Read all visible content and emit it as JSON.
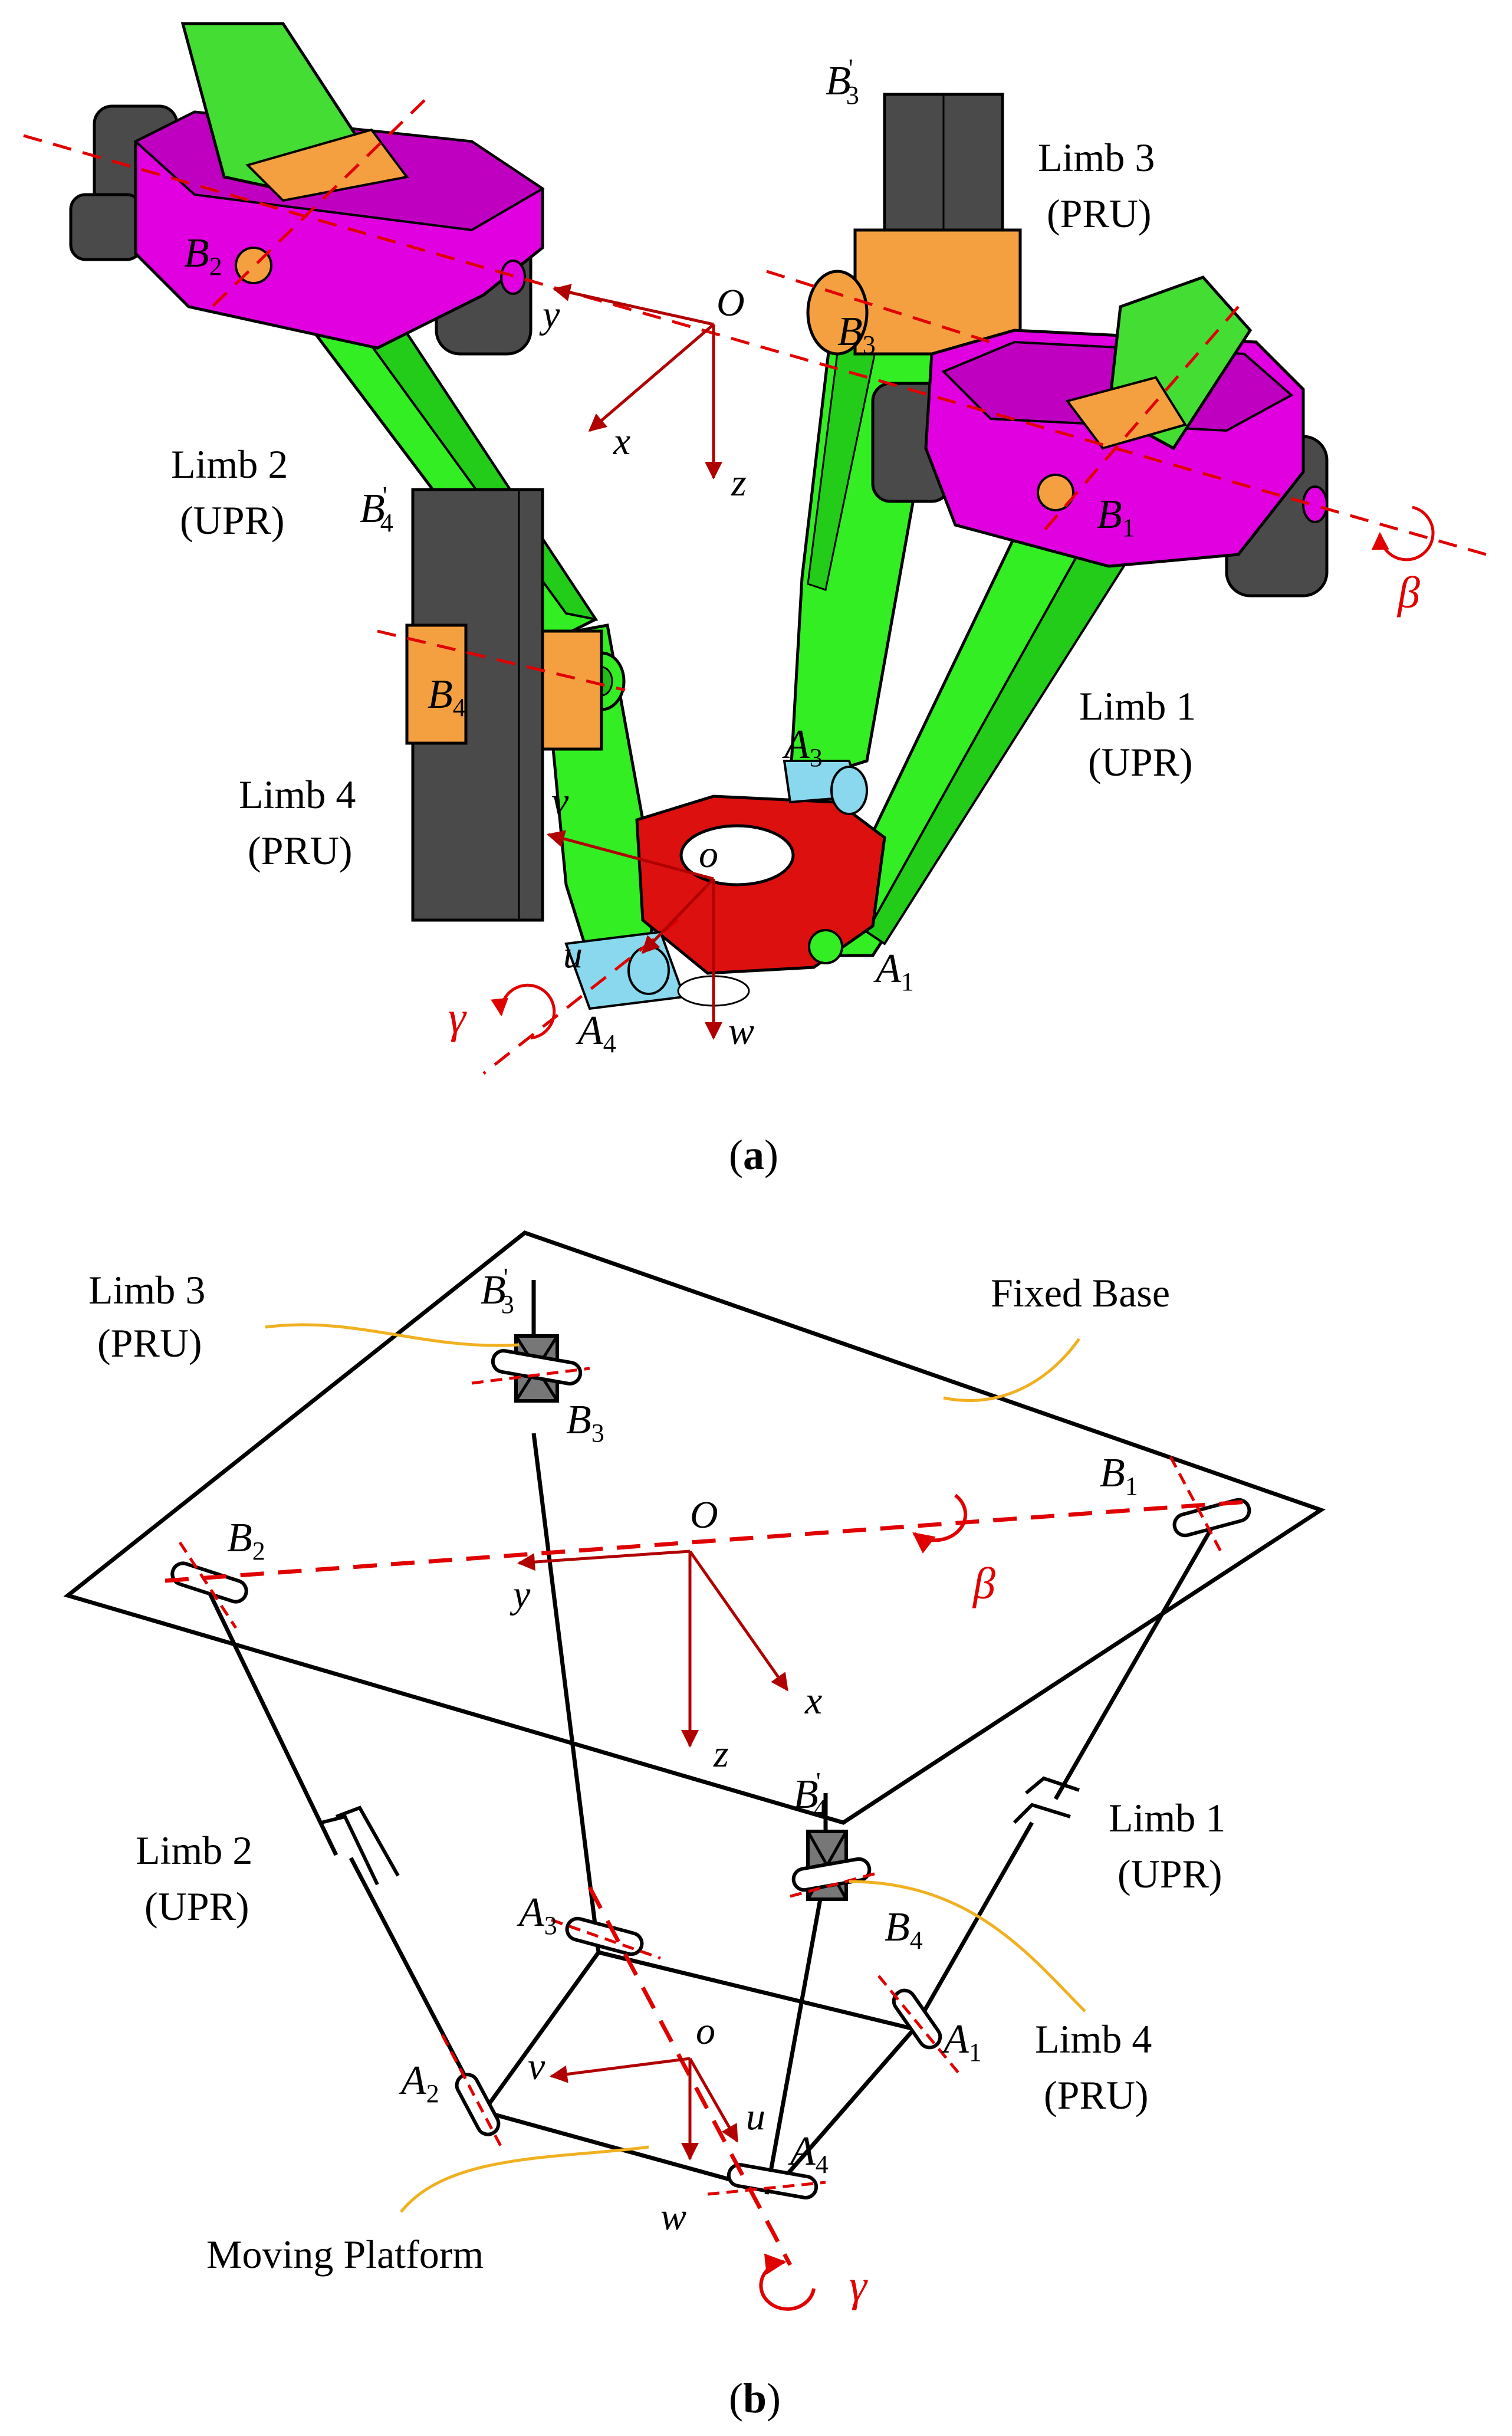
{
  "panel_a": {
    "caption_open": "(",
    "caption_letter": "a",
    "caption_close": ")",
    "limb1": {
      "name": "Limb 1",
      "type": "(UPR)"
    },
    "limb2": {
      "name": "Limb 2",
      "type": "(UPR)"
    },
    "limb3": {
      "name": "Limb 3",
      "type": "(PRU)"
    },
    "limb4": {
      "name": "Limb 4",
      "type": "(PRU)"
    },
    "points": {
      "B1": {
        "base": "B",
        "sub": "1"
      },
      "B2": {
        "base": "B",
        "sub": "2"
      },
      "B3": {
        "base": "B",
        "sub": "3"
      },
      "B4": {
        "base": "B",
        "sub": "4"
      },
      "B3p": {
        "base": "B",
        "sub": "3",
        "sup": "'"
      },
      "B4p": {
        "base": "B",
        "sub": "4",
        "sup": "'"
      },
      "A1": {
        "base": "A",
        "sub": "1"
      },
      "A3": {
        "base": "A",
        "sub": "3"
      },
      "A4": {
        "base": "A",
        "sub": "4"
      }
    },
    "axes": {
      "O": "O",
      "x": "x",
      "y": "y",
      "z": "z",
      "o": "o",
      "u": "u",
      "v": "v",
      "w": "w"
    },
    "angles": {
      "beta": "β",
      "gamma": "γ"
    }
  },
  "panel_b": {
    "caption_open": "(",
    "caption_letter": "b",
    "caption_close": ")",
    "fixed_base": "Fixed Base",
    "moving_platform": "Moving Platform",
    "limb1": {
      "name": "Limb 1",
      "type": "(UPR)"
    },
    "limb2": {
      "name": "Limb 2",
      "type": "(UPR)"
    },
    "limb3": {
      "name": "Limb 3",
      "type": "(PRU)"
    },
    "limb4": {
      "name": "Limb 4",
      "type": "(PRU)"
    },
    "points": {
      "B1": {
        "base": "B",
        "sub": "1"
      },
      "B2": {
        "base": "B",
        "sub": "2"
      },
      "B3": {
        "base": "B",
        "sub": "3"
      },
      "B4": {
        "base": "B",
        "sub": "4"
      },
      "B3p": {
        "base": "B",
        "sub": "3",
        "sup": "'"
      },
      "B4p": {
        "base": "B",
        "sub": "4",
        "sup": "'"
      },
      "A1": {
        "base": "A",
        "sub": "1"
      },
      "A2": {
        "base": "A",
        "sub": "2"
      },
      "A3": {
        "base": "A",
        "sub": "3"
      },
      "A4": {
        "base": "A",
        "sub": "4"
      }
    },
    "axes": {
      "O": "O",
      "x": "x",
      "y": "y",
      "z": "z",
      "o": "o",
      "u": "u",
      "v": "v",
      "w": "w"
    },
    "angles": {
      "beta": "β",
      "gamma": "γ"
    }
  },
  "colors": {
    "purple_housing": "#e000e0",
    "green_limb": "#33ee22",
    "orange_joint": "#f5a040",
    "dark_slider": "#4a4a4a",
    "red_platform": "#dd1010",
    "light_blue_joint": "#8ad8ee",
    "red_axis": "#e00000",
    "dark_red_frame": "#b00000",
    "leader_yellow": "#f0b020"
  }
}
